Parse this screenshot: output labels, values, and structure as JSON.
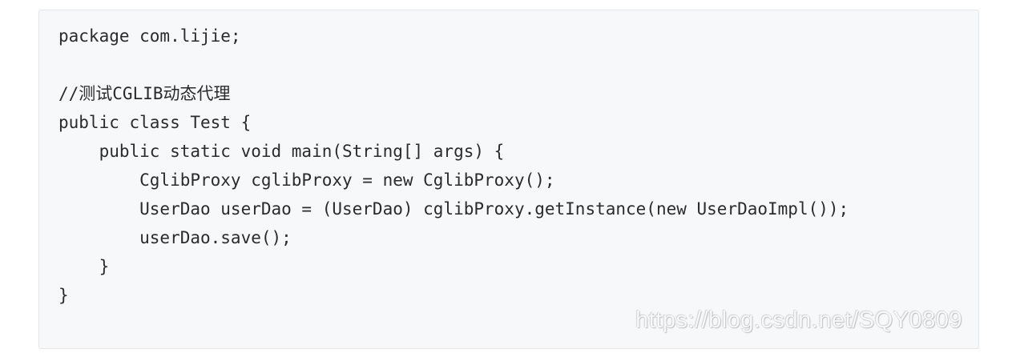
{
  "code": {
    "lines": [
      "package com.lijie;",
      "",
      "//测试CGLIB动态代理",
      "public class Test {",
      "    public static void main(String[] args) {",
      "        CglibProxy cglibProxy = new CglibProxy();",
      "        UserDao userDao = (UserDao) cglibProxy.getInstance(new UserDaoImpl());",
      "        userDao.save();",
      "    }",
      "}"
    ]
  },
  "watermark": {
    "text": "https://blog.csdn.net/SQY0809"
  }
}
